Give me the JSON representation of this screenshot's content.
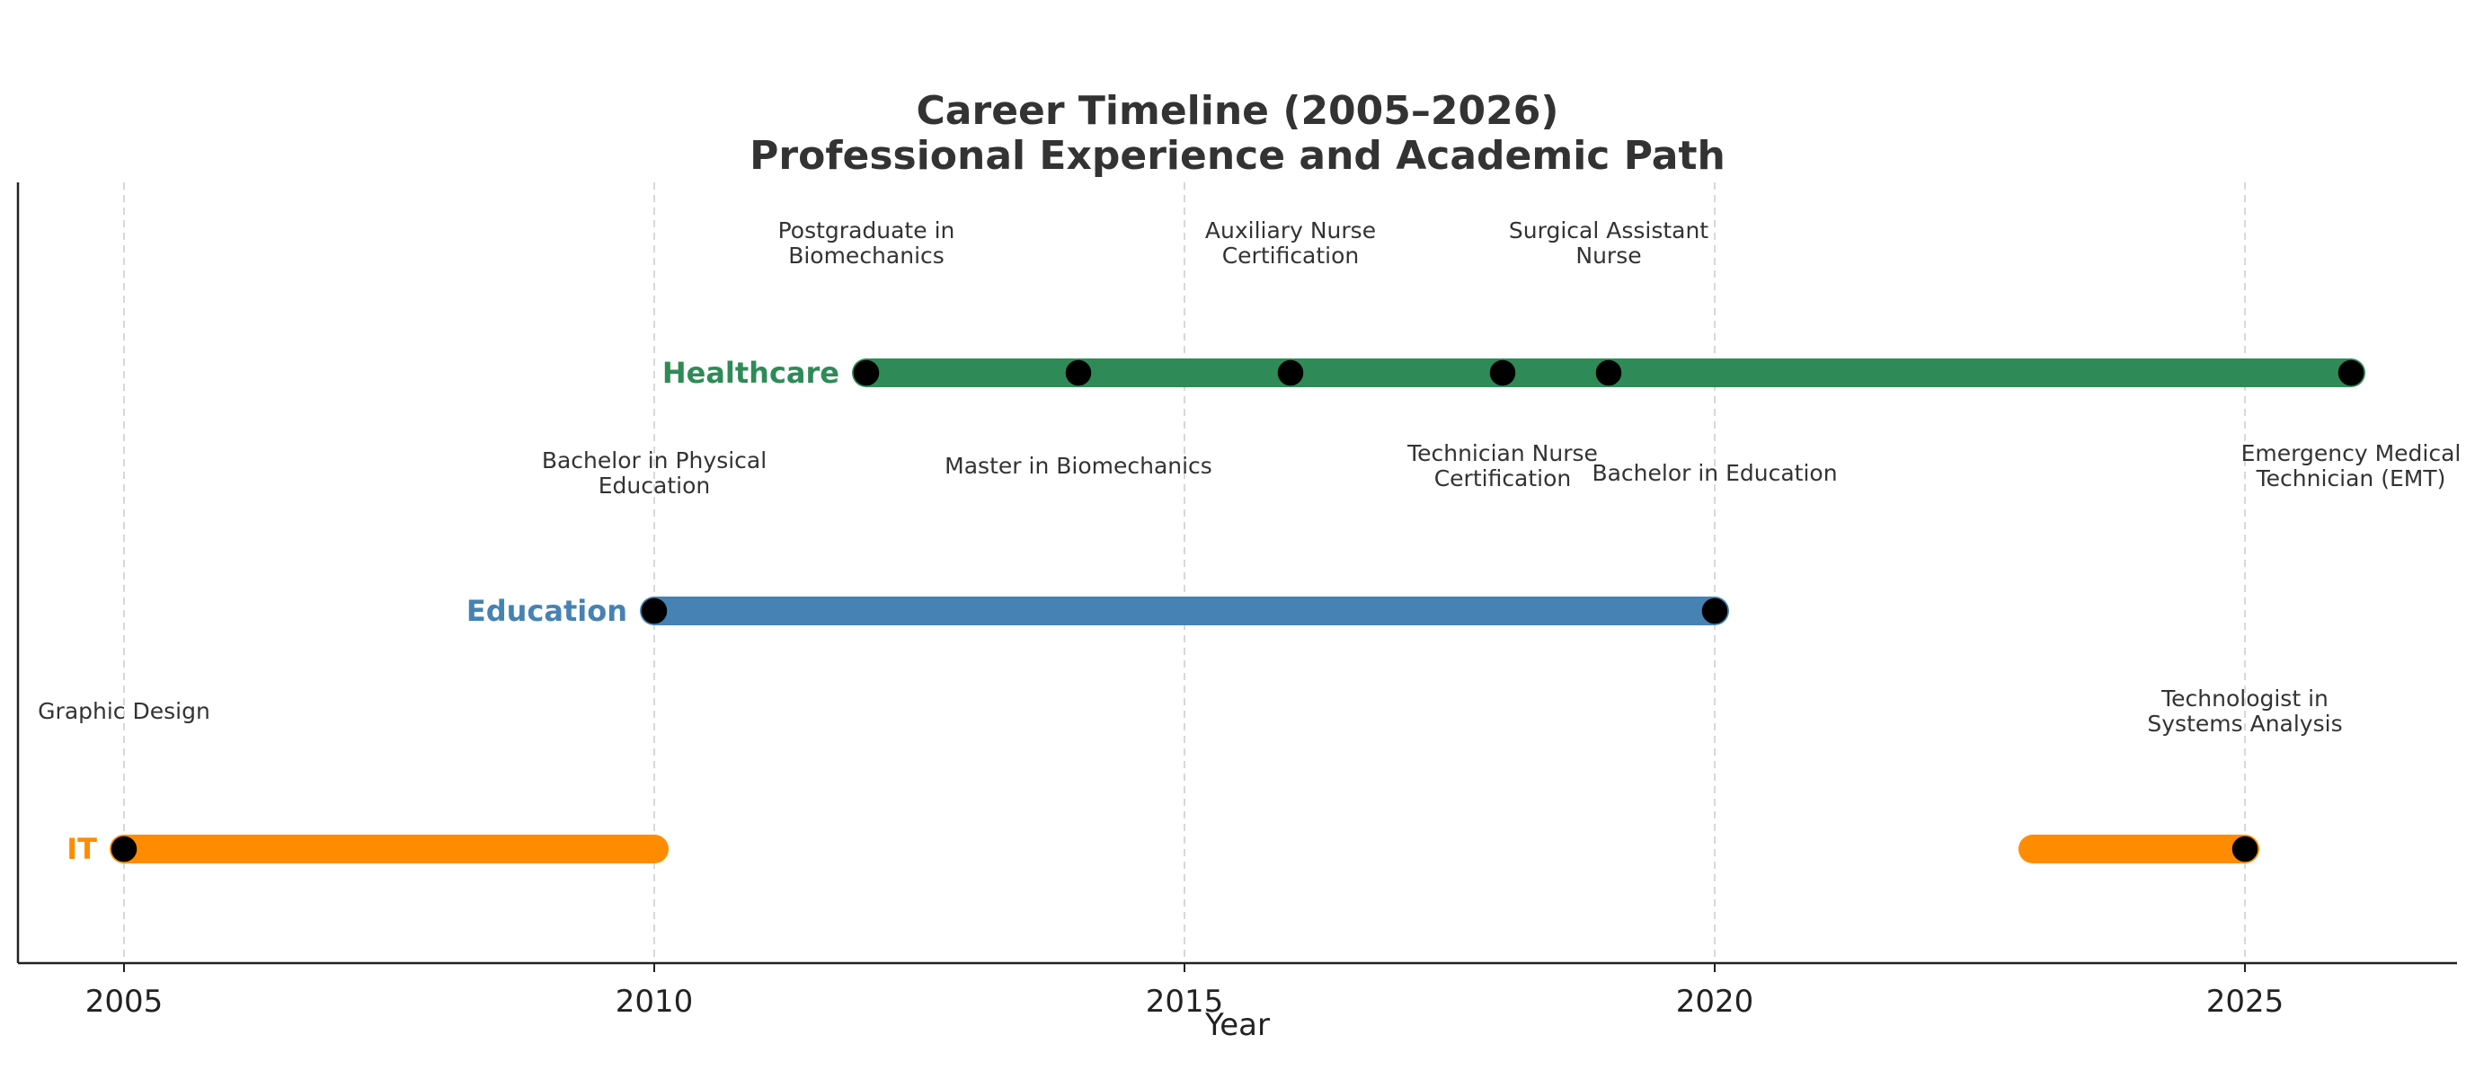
{
  "chart_data": {
    "type": "timeline",
    "title": "Career Timeline (2005–2026)",
    "subtitle": "Professional Experience and Academic Path",
    "xlabel": "Year",
    "xlim": [
      2004,
      2027
    ],
    "xticks": [
      2005,
      2010,
      2015,
      2020,
      2025
    ],
    "grid": "vertical dashed at ticks",
    "categories": [
      {
        "name": "IT",
        "color": "#FF8C00",
        "segments": [
          [
            2005,
            2010
          ],
          [
            2023,
            2025
          ]
        ],
        "events": [
          {
            "year": 2005,
            "label": [
              "Graphic Design"
            ]
          },
          {
            "year": 2025,
            "label": [
              "Technologist in",
              "Systems Analysis"
            ]
          }
        ]
      },
      {
        "name": "Education",
        "color": "#4682B4",
        "segments": [
          [
            2010,
            2020
          ]
        ],
        "events": [
          {
            "year": 2010,
            "label": [
              "Bachelor in Physical",
              "Education"
            ]
          },
          {
            "year": 2020,
            "label": [
              "Bachelor in Education"
            ]
          }
        ]
      },
      {
        "name": "Healthcare",
        "color": "#2E8B57",
        "segments": [
          [
            2012,
            2026
          ]
        ],
        "events": [
          {
            "year": 2012,
            "label": [
              "Postgraduate in",
              "Biomechanics"
            ],
            "position": "above"
          },
          {
            "year": 2014,
            "label": [
              "Master in Biomechanics"
            ],
            "position": "below"
          },
          {
            "year": 2016,
            "label": [
              "Auxiliary Nurse",
              "Certification"
            ],
            "position": "above"
          },
          {
            "year": 2018,
            "label": [
              "Technician Nurse",
              "Certification"
            ],
            "position": "below"
          },
          {
            "year": 2019,
            "label": [
              "Surgical Assistant",
              "Nurse"
            ],
            "position": "above"
          },
          {
            "year": 2026,
            "label": [
              "Emergency Medical",
              "Technician (EMT)"
            ],
            "position": "below"
          }
        ]
      }
    ]
  }
}
